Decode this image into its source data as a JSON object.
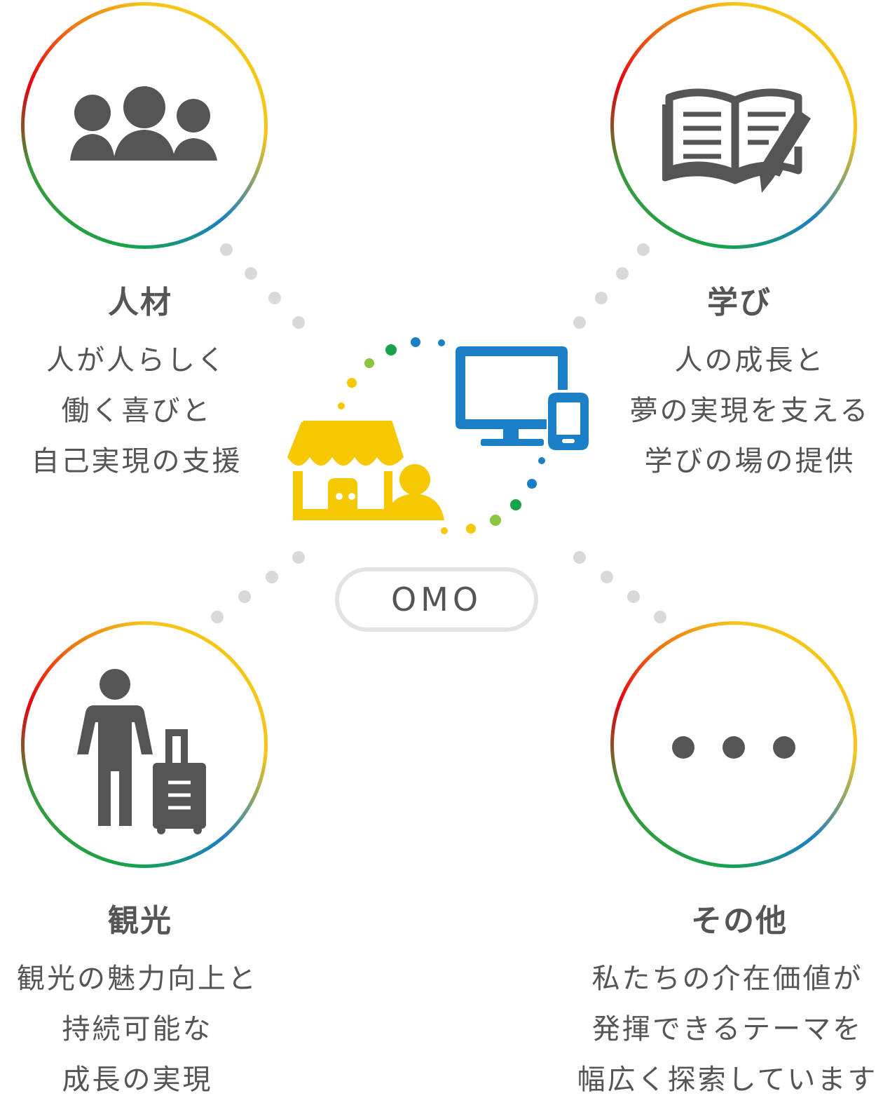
{
  "center": {
    "label": "OMO"
  },
  "items": [
    {
      "title": "人材",
      "lines": [
        "人が人らしく",
        "働く喜びと",
        "自己実現の支援"
      ],
      "icon": "people-group-icon"
    },
    {
      "title": "学び",
      "lines": [
        "人の成長と",
        "夢の実現を支える",
        "学びの場の提供"
      ],
      "icon": "book-pencil-icon"
    },
    {
      "title": "観光",
      "lines": [
        "観光の魅力向上と",
        "持続可能な",
        "成長の実現"
      ],
      "icon": "traveler-suitcase-icon"
    },
    {
      "title": "その他",
      "lines": [
        "私たちの介在価値が",
        "発揮できるテーマを",
        "幅広く探索しています"
      ],
      "icon": "more-dots-icon"
    }
  ],
  "colors": {
    "text": "#555555",
    "icon_gray": "#555555",
    "store_yellow": "#f5c800",
    "device_blue": "#1a7fc4",
    "connector_dot": "#d9d9d9",
    "ring_yellow": "#f5c518",
    "ring_blue": "#1a7fc4",
    "ring_green": "#17a34a",
    "ring_red": "#e60012"
  }
}
